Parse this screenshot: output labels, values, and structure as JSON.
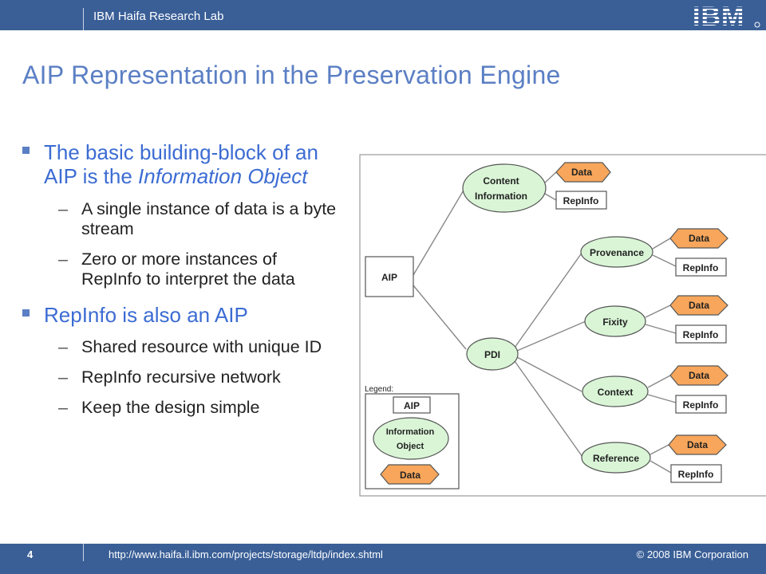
{
  "header": {
    "lab_name": "IBM Haifa Research Lab",
    "logo_text": "IBM"
  },
  "slide": {
    "title": "AIP Representation in the Preservation Engine",
    "bullets": [
      {
        "pre": "The basic building-block of an AIP is the ",
        "em": "Information Object",
        "sub": [
          "A single instance of data is a byte stream",
          "Zero or more instances of RepInfo to interpret the data"
        ]
      },
      {
        "text": "RepInfo is also an AIP",
        "sub": [
          "Shared resource with unique ID",
          "RepInfo recursive network",
          "Keep the design simple"
        ]
      }
    ]
  },
  "diagram": {
    "aip": "AIP",
    "content_info": [
      "Content",
      "Information"
    ],
    "pdi": "PDI",
    "pdi_children": [
      "Provenance",
      "Fixity",
      "Context",
      "Reference"
    ],
    "data_label": "Data",
    "repinfo_label": "RepInfo",
    "legend_title": "Legend:",
    "legend_aip": "AIP",
    "legend_io": [
      "Information",
      "Object"
    ],
    "legend_data": "Data"
  },
  "colors": {
    "bar": "#3a5f97",
    "title": "#5b7fc4",
    "bullet_text": "#3c6cd3",
    "ellipse_fill": "#d9f5d6",
    "data_fill": "#f7a65b"
  },
  "footer": {
    "page_number": "4",
    "url": "http://www.haifa.il.ibm.com/projects/storage/ltdp/index.shtml",
    "copyright": "© 2008 IBM Corporation"
  }
}
